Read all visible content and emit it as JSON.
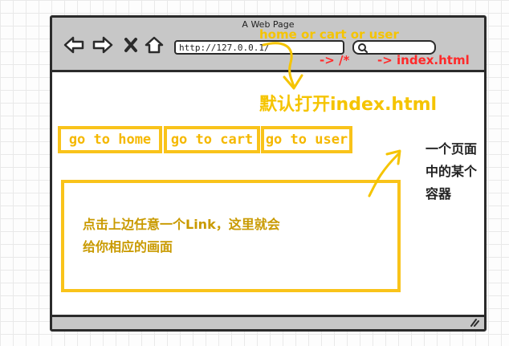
{
  "window": {
    "title": "A Web Page",
    "url": "http://127.0.0.1/"
  },
  "annotations": {
    "route_options": "home or cart or user",
    "arrow_root": "-> /*",
    "arrow_index": "-> index.html",
    "default_open": "默认打开index.html",
    "side_note_line1": "一个页面",
    "side_note_line2": "中的某个",
    "side_note_line3": "容器",
    "content_line1": "点击上边任意一个Link，这里就会",
    "content_line2": "给你相应的画面"
  },
  "links": [
    {
      "label": "go to home"
    },
    {
      "label": "go to cart"
    },
    {
      "label": "go to user"
    }
  ],
  "icons": [
    "back-arrow-icon",
    "forward-arrow-icon",
    "close-icon",
    "home-icon",
    "search-icon",
    "resize-grip-icon"
  ],
  "colors": {
    "highlight_yellow": "#f9c31a",
    "annotation_yellow": "#f5c400",
    "annotation_red": "#ff2a2a",
    "chrome_gray": "#c7c7c7",
    "outline": "#2b2b2b"
  }
}
